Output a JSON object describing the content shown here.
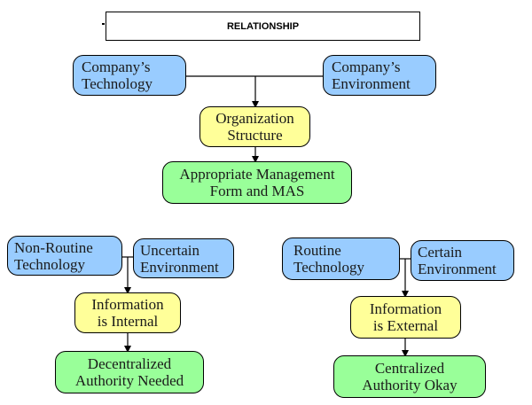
{
  "title": "RELATIONSHIP",
  "top": {
    "technology": [
      "Company’s",
      "Technology"
    ],
    "environment": [
      "Company’s",
      "Environment"
    ],
    "structure": [
      "Organization",
      "Structure"
    ],
    "management": [
      "Appropriate Management",
      "Form and MAS"
    ]
  },
  "left_branch": {
    "technology": [
      "Non-Routine",
      "Technology"
    ],
    "environment": [
      "Uncertain",
      "Environment"
    ],
    "information": [
      "Information",
      "is Internal"
    ],
    "authority": [
      "Decentralized",
      "Authority Needed"
    ]
  },
  "right_branch": {
    "technology": [
      "Routine",
      "Technology"
    ],
    "environment": [
      "Certain",
      "Environment"
    ],
    "information": [
      "Information",
      "is External"
    ],
    "authority": [
      "Centralized",
      "Authority Okay"
    ]
  },
  "colors": {
    "context_box": "#99ccff",
    "information_box": "#ffff99",
    "outcome_box": "#99ff99"
  }
}
